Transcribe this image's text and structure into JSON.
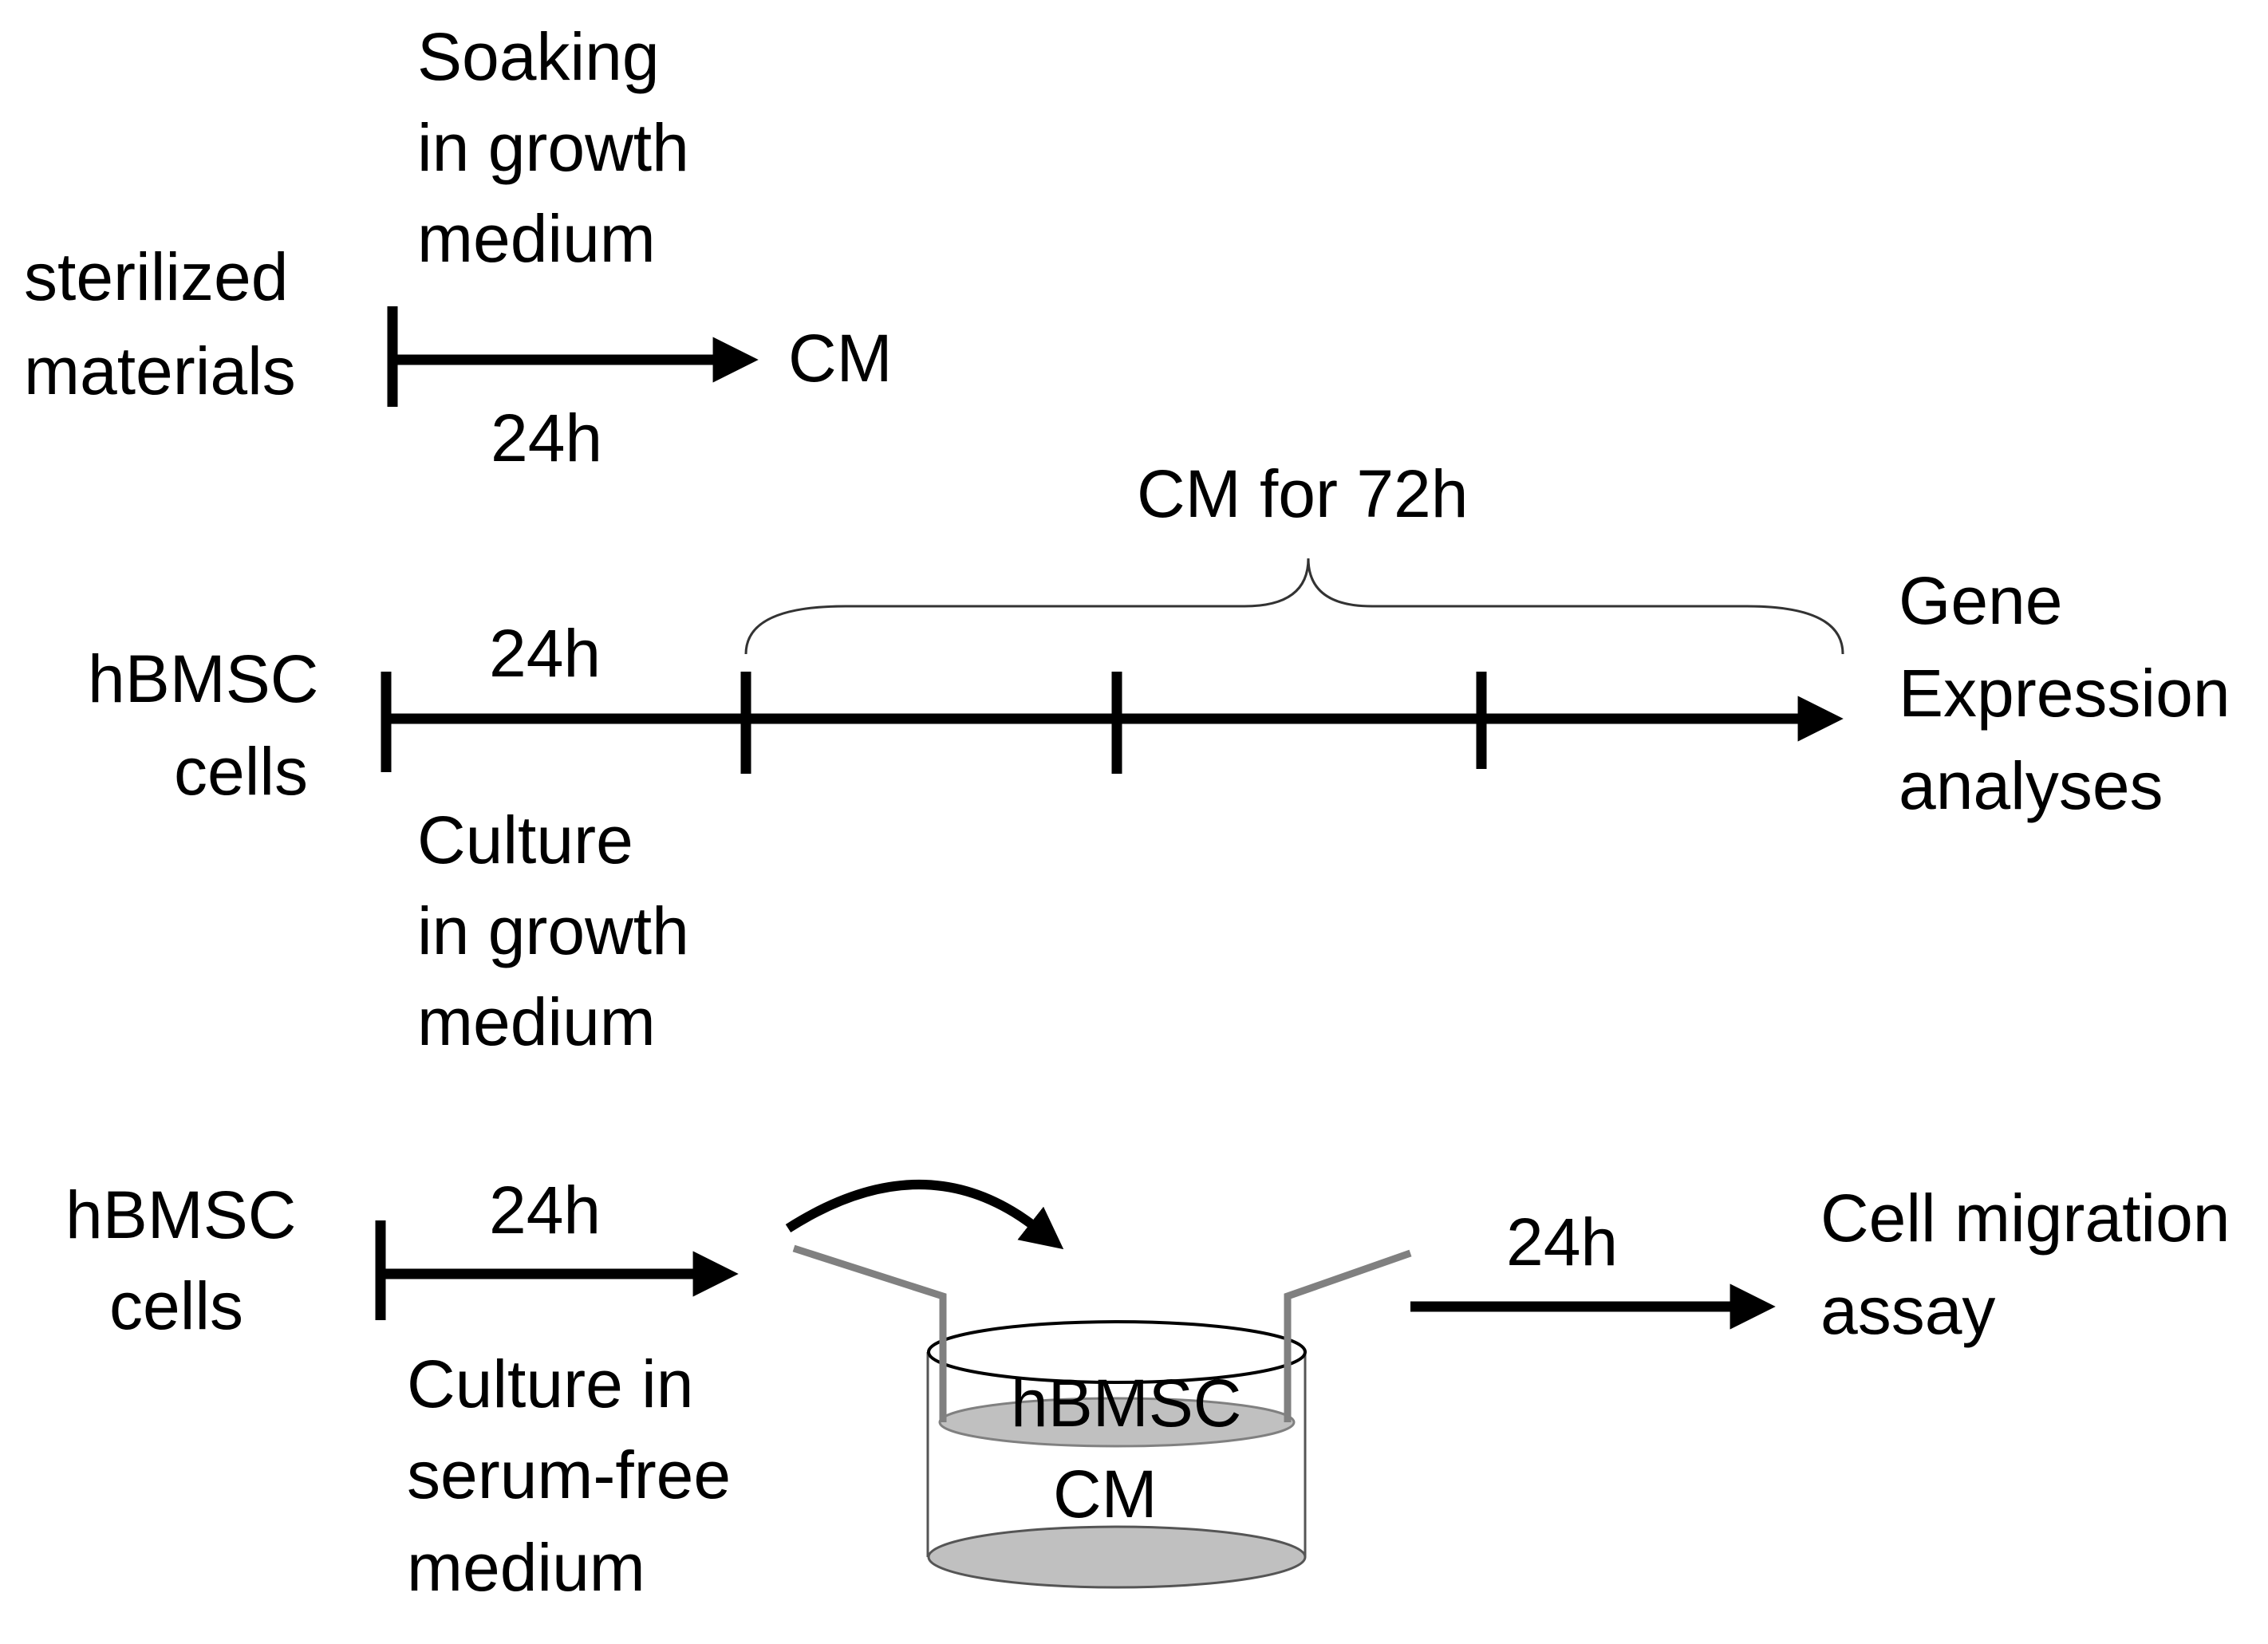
{
  "section1": {
    "soaking_line1": "Soaking",
    "soaking_line2": "in growth",
    "soaking_line3": "medium",
    "input_line1": "sterilized",
    "input_line2": "materials",
    "output": "CM",
    "duration": "24h"
  },
  "section2": {
    "bracket_label": "CM for 72h",
    "duration": "24h",
    "input_line1": "hBMSC",
    "input_line2": "cells",
    "output_line1": "Gene",
    "output_line2": "Expression",
    "output_line3": "analyses",
    "culture_line1": "Culture",
    "culture_line2": "in growth",
    "culture_line3": "medium"
  },
  "section3": {
    "input_line1": "hBMSC",
    "input_line2": "cells",
    "duration_first": "24h",
    "culture_line1": "Culture in",
    "culture_line2": "serum-free",
    "culture_line3": "medium",
    "well_label_line1": "hBMSC",
    "well_label_line2": "CM",
    "duration_second": "24h",
    "output_line1": "Cell migration",
    "output_line2": "assay"
  },
  "colors": {
    "ink": "#000000",
    "insert_wall": "#808080",
    "medium_fill": "#c0c0c0",
    "bracket": "#333333"
  }
}
